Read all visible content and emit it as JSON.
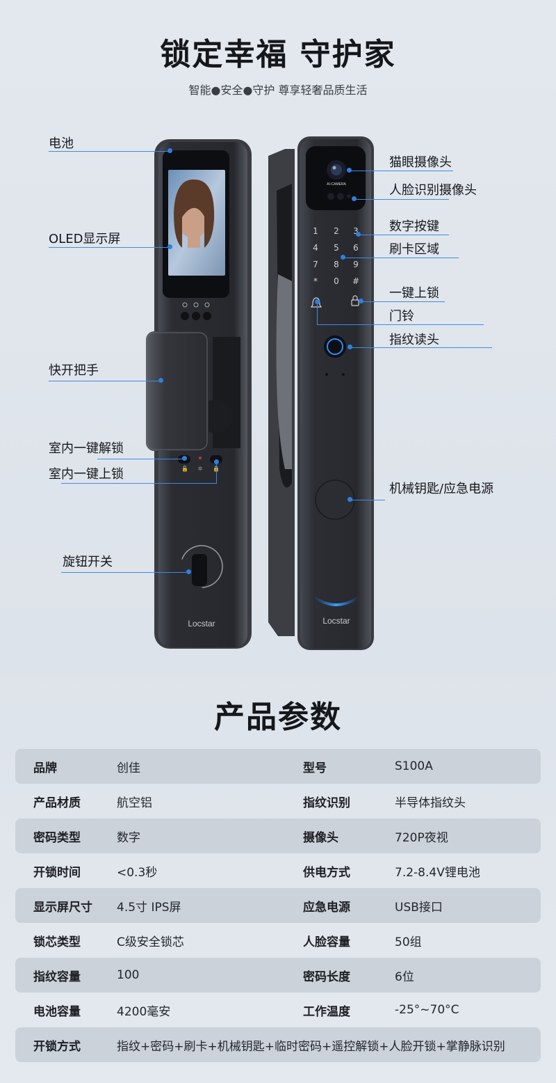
{
  "hero": {
    "title": "锁定幸福 守护家",
    "subtitle": "智能●安全●守护  尊享轻奢品质生活"
  },
  "brand_logo": "Locstar",
  "camera_label": "AI-CAMERA",
  "keypad": [
    "1",
    "2",
    "3",
    "4",
    "5",
    "6",
    "7",
    "8",
    "9",
    "*",
    "0",
    "#"
  ],
  "callouts": {
    "battery": "电池",
    "oled": "OLED显示屏",
    "handle": "快开把手",
    "indoor_unlock": "室内一键解锁",
    "indoor_lock": "室内一键上锁",
    "knob": "旋钮开关",
    "peephole": "猫眼摄像头",
    "face_camera": "人脸识别摄像头",
    "keypad": "数字按键",
    "card_area": "刷卡区域",
    "one_touch_lock": "一键上锁",
    "doorbell": "门铃",
    "fingerprint": "指纹读头",
    "mech_key": "机械钥匙/应急电源"
  },
  "specs": {
    "title": "产品参数",
    "rows": [
      {
        "k1": "品牌",
        "v1": "创佳",
        "k2": "型号",
        "v2": "S100A"
      },
      {
        "k1": "产品材质",
        "v1": "航空铝",
        "k2": "指纹识别",
        "v2": "半导体指纹头"
      },
      {
        "k1": "密码类型",
        "v1": "数字",
        "k2": "摄像头",
        "v2": "720P夜视"
      },
      {
        "k1": "开锁时间",
        "v1": "<0.3秒",
        "k2": "供电方式",
        "v2": "7.2-8.4V锂电池"
      },
      {
        "k1": "显示屏尺寸",
        "v1": "4.5寸 IPS屏",
        "k2": "应急电源",
        "v2": "USB接口"
      },
      {
        "k1": "锁芯类型",
        "v1": "C级安全锁芯",
        "k2": "人脸容量",
        "v2": "50组"
      },
      {
        "k1": "指纹容量",
        "v1": "100",
        "k2": "密码长度",
        "v2": "6位"
      },
      {
        "k1": "电池容量",
        "v1": "4200毫安",
        "k2": "工作温度",
        "v2": "-25°~70°C"
      }
    ],
    "last_row": {
      "k1": "开锁方式",
      "v1": "指纹+密码+刷卡+机械钥匙+临时密码+遥控解锁+人脸开锁+掌静脉识别"
    }
  },
  "colors": {
    "accent": "#2f7fe0",
    "lock_body": "#2e3036",
    "row_shade": "#ccd2da"
  }
}
